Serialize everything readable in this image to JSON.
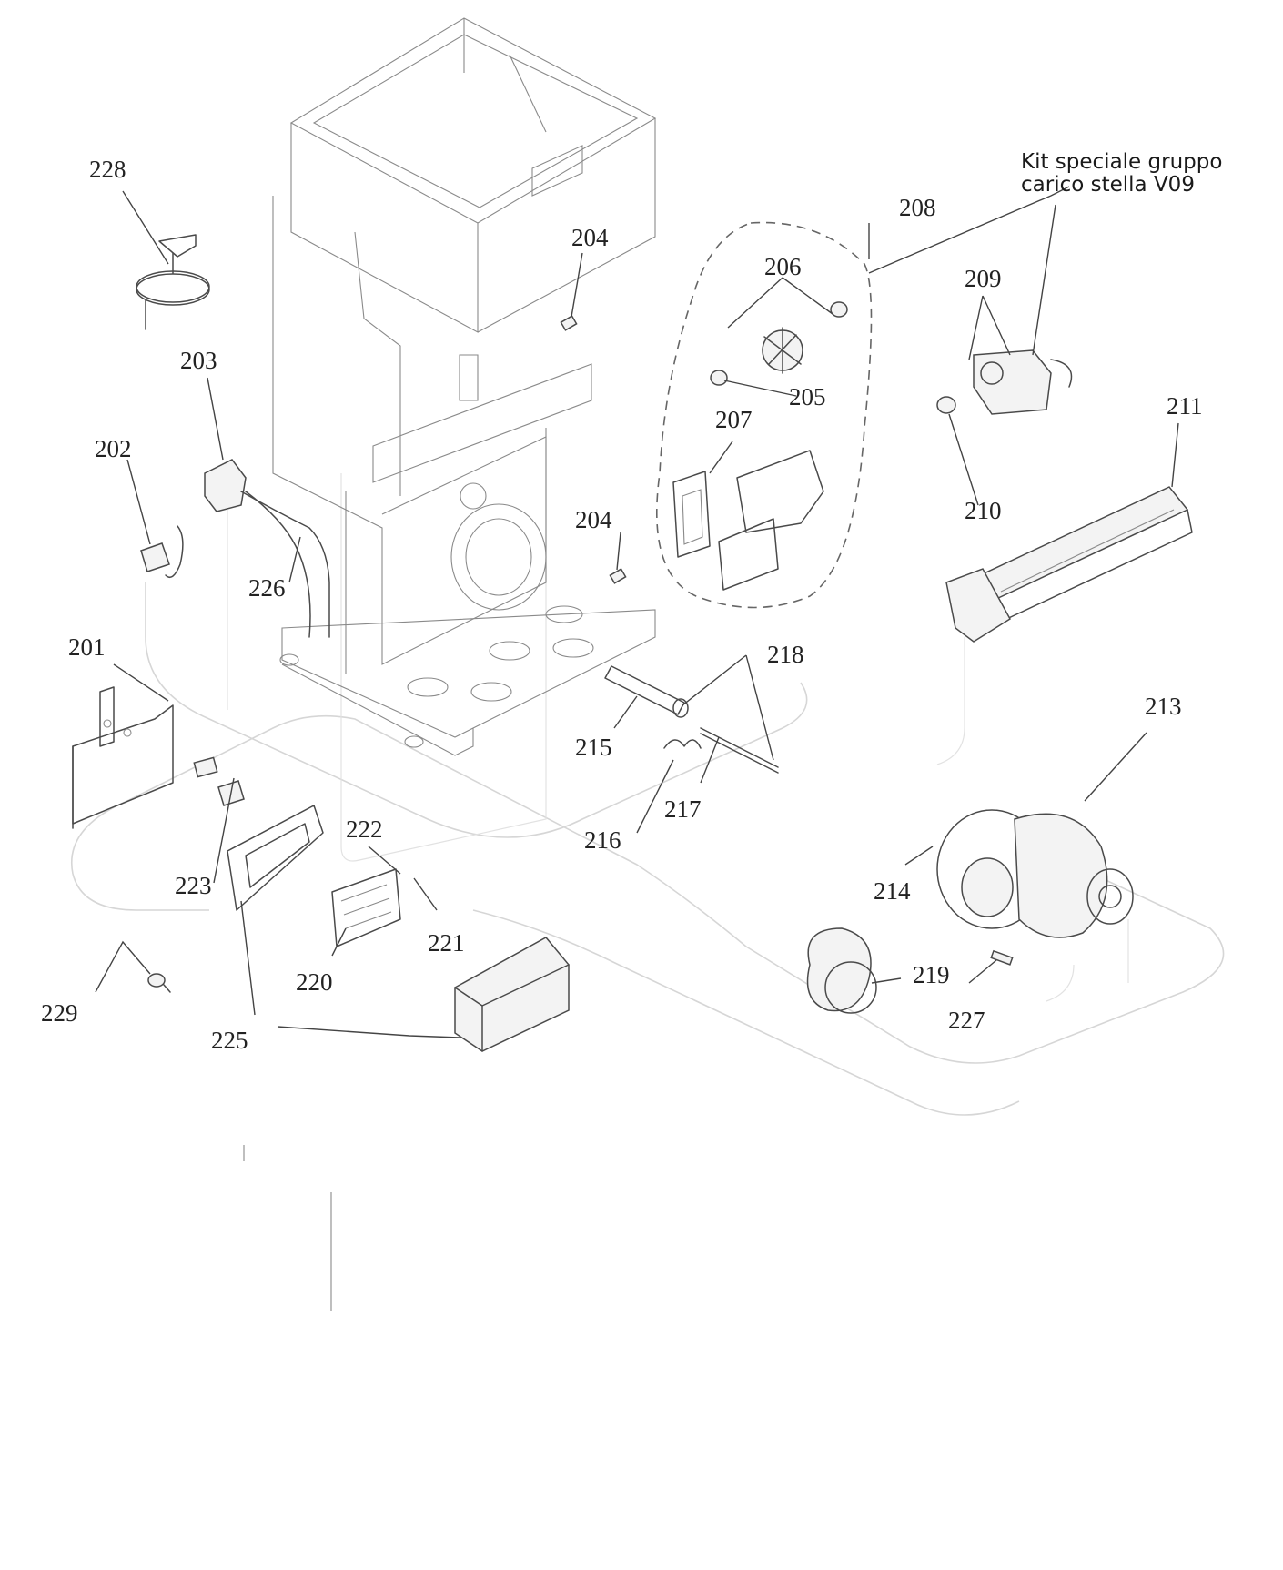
{
  "kit_label": {
    "line1": "Kit speciale gruppo",
    "line2": "carico stella V09"
  },
  "part_numbers": {
    "p201": "201",
    "p202": "202",
    "p203": "203",
    "p204a": "204",
    "p204b": "204",
    "p205": "205",
    "p206": "206",
    "p207": "207",
    "p208": "208",
    "p209": "209",
    "p210": "210",
    "p211": "211",
    "p213": "213",
    "p214": "214",
    "p215": "215",
    "p216": "216",
    "p217": "217",
    "p218": "218",
    "p219": "219",
    "p220": "220",
    "p221": "221",
    "p222": "222",
    "p223": "223",
    "p225": "225",
    "p226": "226",
    "p227": "227",
    "p228": "228",
    "p229": "229"
  }
}
